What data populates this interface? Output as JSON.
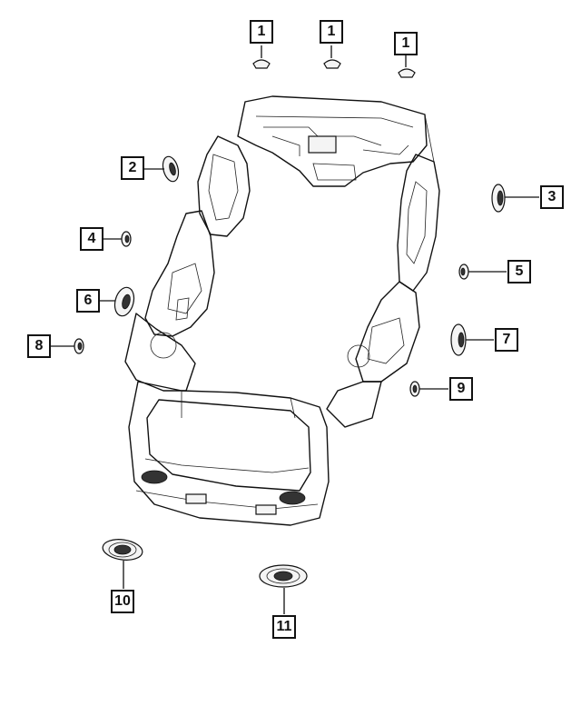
{
  "callouts": [
    {
      "id": "c1a",
      "label": "1"
    },
    {
      "id": "c1b",
      "label": "1"
    },
    {
      "id": "c1c",
      "label": "1"
    },
    {
      "id": "c2",
      "label": "2"
    },
    {
      "id": "c3",
      "label": "3"
    },
    {
      "id": "c4",
      "label": "4"
    },
    {
      "id": "c5",
      "label": "5"
    },
    {
      "id": "c6",
      "label": "6"
    },
    {
      "id": "c7",
      "label": "7"
    },
    {
      "id": "c8",
      "label": "8"
    },
    {
      "id": "c9",
      "label": "9"
    },
    {
      "id": "c10",
      "label": "10"
    },
    {
      "id": "c11",
      "label": "11"
    }
  ]
}
